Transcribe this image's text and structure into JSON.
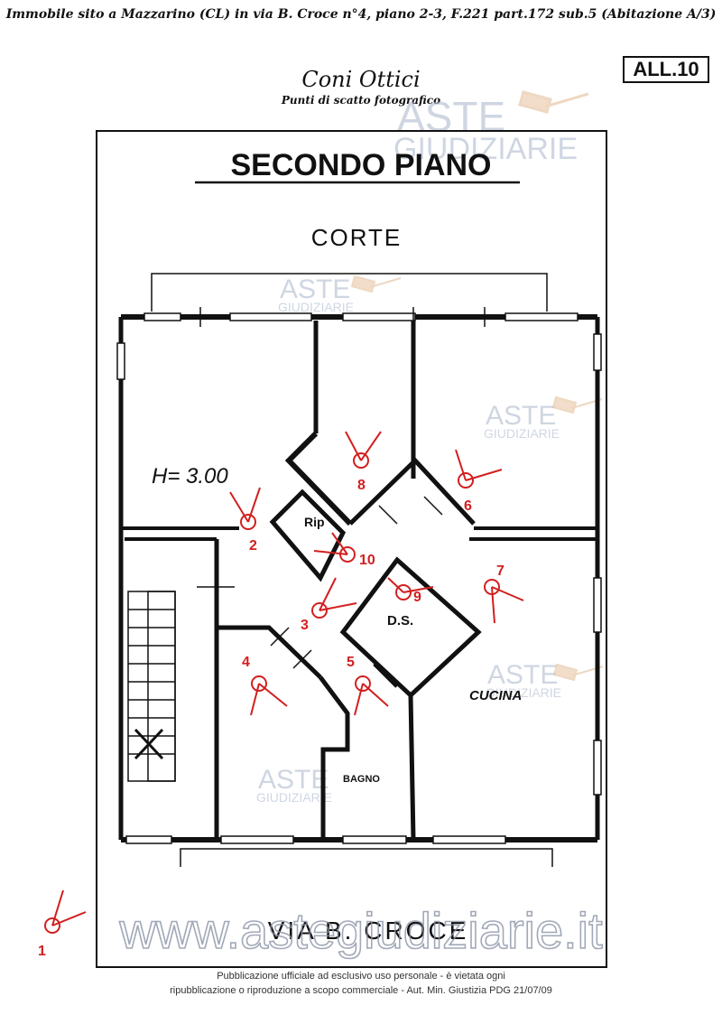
{
  "header": {
    "caption": "Immobile sito a Mazzarino (CL) in via B. Croce n°4, piano 2-3, F.221 part.172 sub.5 (Abitazione A/3)",
    "tag": "ALL.10",
    "title": "Coni Ottici",
    "subtitle": "Punti di scatto fotografico"
  },
  "plan": {
    "floor_title": "SECONDO PIANO",
    "courtyard_label": "CORTE",
    "height_label": "H= 3.00",
    "room_rip": "Rip",
    "room_ds": "D.S.",
    "room_kitchen": "CUCINA",
    "room_bath": "BAGNO",
    "street_label": "VIA   B. CROCE"
  },
  "camera_points": [
    {
      "label": "1"
    },
    {
      "label": "2"
    },
    {
      "label": "3"
    },
    {
      "label": "4"
    },
    {
      "label": "5"
    },
    {
      "label": "6"
    },
    {
      "label": "7"
    },
    {
      "label": "8"
    },
    {
      "label": "9"
    },
    {
      "label": "10"
    }
  ],
  "watermark": {
    "brand_top": "ASTE",
    "brand_bottom": "GIUDIZIARIE",
    "url": "www.astegiudiziarie.it"
  },
  "footer": {
    "line1": "Pubblicazione ufficiale ad esclusivo uso personale - è vietata ogni",
    "line2": "ripubblicazione o riproduzione a scopo commerciale - Aut. Min. Giustizia PDG 21/07/09"
  },
  "colors": {
    "marker": "#d21f1f",
    "watermark": "#a9b5cc",
    "ink": "#111111"
  }
}
